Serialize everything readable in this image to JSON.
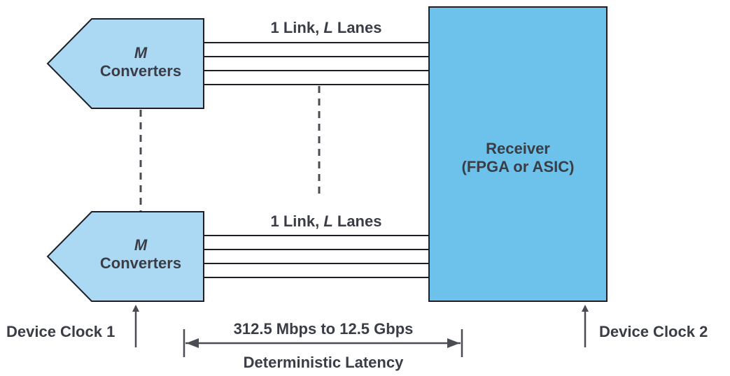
{
  "top_converter": {
    "line1": "M",
    "line2": "Converters"
  },
  "bottom_converter": {
    "line1": "M",
    "line2": "Converters"
  },
  "top_link": {
    "prefix": "1 Link, ",
    "lanes_var": "L",
    "suffix": " Lanes"
  },
  "bottom_link": {
    "prefix": "1 Link, ",
    "lanes_var": "L",
    "suffix": " Lanes"
  },
  "receiver": {
    "line1": "Receiver",
    "line2": "(FPGA or ASIC)"
  },
  "clock1": "Device Clock 1",
  "clock2": "Device Clock 2",
  "rate": "312.5 Mbps to 12.5 Gbps",
  "latency": "Deterministic Latency",
  "colors": {
    "converter_fill": "#abd8f3",
    "receiver_fill": "#6cc2ea",
    "stroke": "#1e1f26",
    "text": "#3a3d45",
    "arrow": "#4a4c54"
  }
}
